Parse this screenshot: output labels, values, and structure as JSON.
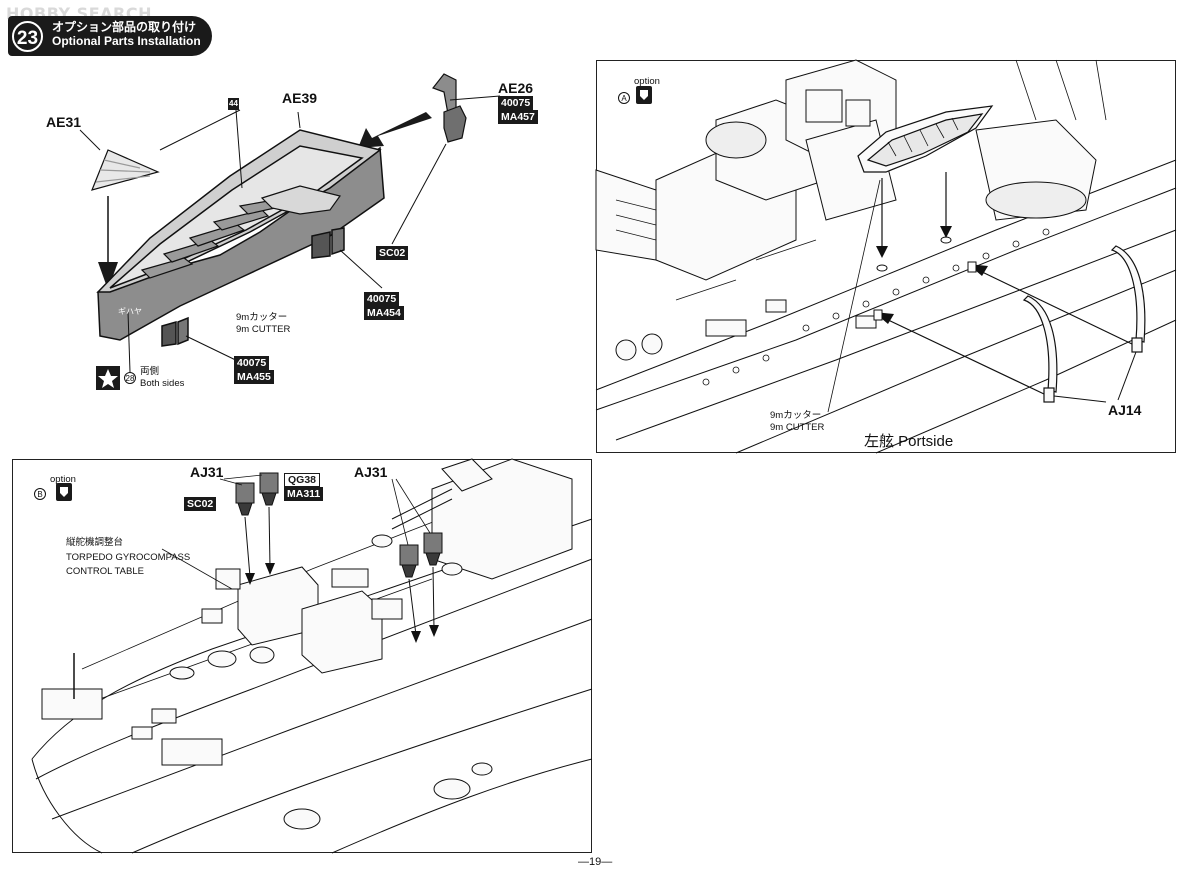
{
  "watermark": "HOBBY SEARCH",
  "step": {
    "number": "23",
    "title_jp": "オプション部品の取り付け",
    "title_en": "Optional Parts Installation"
  },
  "top_left": {
    "labels": {
      "ae31": "AE31",
      "ae39": "AE39",
      "ae26": "AE26",
      "decal_44": "44",
      "decal_28": "28",
      "boat_marking": "ギハヤ"
    },
    "part_numbers": {
      "sc02": "SC02",
      "ae26_code1": "40075",
      "ae26_code2": "MA457",
      "mid_code1": "40075",
      "mid_code2": "MA454",
      "low_code1": "40075",
      "low_code2": "MA455"
    },
    "cutter_jp": "9mカッター",
    "cutter_en": "9m CUTTER",
    "both_sides_jp": "両側",
    "both_sides_en": "Both sides"
  },
  "panel_a": {
    "option_label": "option",
    "marker": "A",
    "cutter_jp": "9mカッター",
    "cutter_en": "9m CUTTER",
    "portside": "左舷 Portside",
    "aj14": "AJ14"
  },
  "panel_b": {
    "option_label": "option",
    "marker": "B",
    "aj31_left": "AJ31",
    "aj31_right": "AJ31",
    "sc02": "SC02",
    "qg38": "QG38",
    "ma311": "MA311",
    "table_jp": "縦舵機調整台",
    "table_en1": "TORPEDO GYROCOMPASS",
    "table_en2": "CONTROL TABLE"
  },
  "page_number": "—19—",
  "colors": {
    "ink": "#111111",
    "boat_hull": "#8a8a8a",
    "boat_inner": "#cfcfcf",
    "part_gray": "#7a7a7a"
  }
}
